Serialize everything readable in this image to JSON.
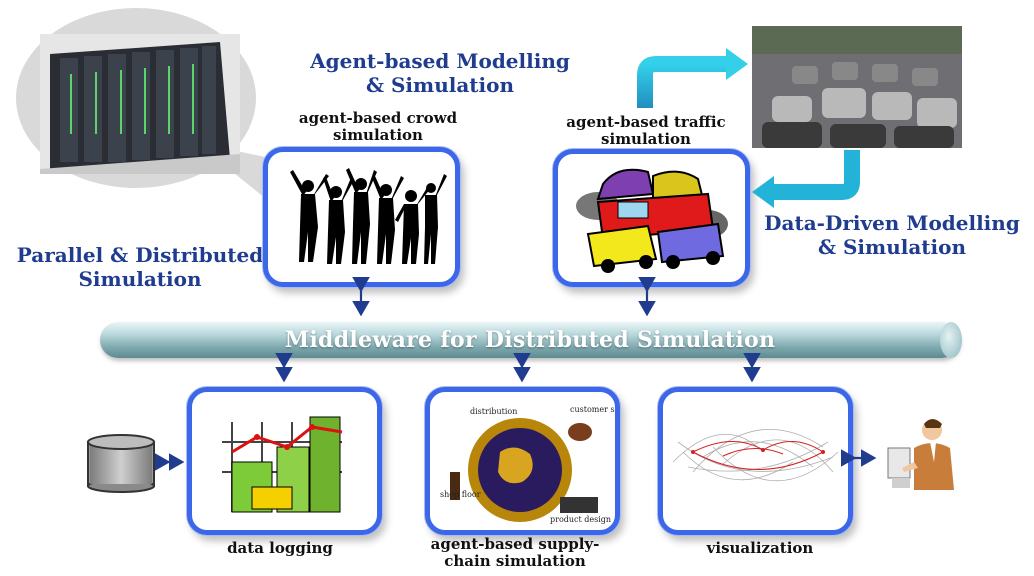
{
  "headings": {
    "abms": "Agent-based Modelling & Simulation",
    "pds": "Parallel & Distributed Simulation",
    "dd": "Data-Driven Modelling & Simulation"
  },
  "labels": {
    "crowd": "agent-based crowd simulation",
    "traffic": "agent-based traffic simulation",
    "logging": "data logging",
    "supply": "agent-based supply-chain simulation",
    "visualization": "visualization"
  },
  "middleware": "Middleware for Distributed Simulation",
  "supply_chain_image_text": [
    "distribution",
    "customer service",
    "shop floor",
    "product design"
  ],
  "colors": {
    "heading": "#1f3c8f",
    "box_border": "#3b67e8",
    "arrow": "#1f3c8f",
    "flow_arrow": "#23b3d8"
  }
}
